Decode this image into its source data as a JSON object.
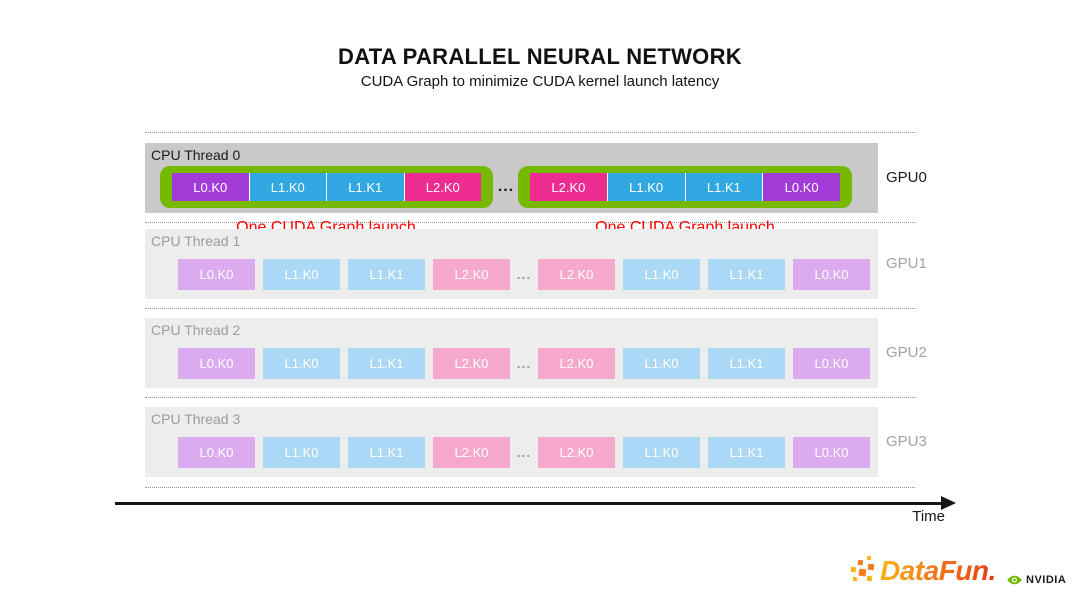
{
  "header": {
    "title": "DATA PARALLEL NEURAL NETWORK",
    "subtitle": "CUDA Graph to minimize CUDA kernel launch latency"
  },
  "colors": {
    "green": "#76B900",
    "purple": "#A33BD9",
    "blue": "#31A8E2",
    "magenta": "#EC2C90",
    "pale_purple": "#DCAAEE",
    "pale_blue": "#ABD8F4",
    "pale_pink": "#F6A9CC",
    "band_dark": "#C9C9C9",
    "band_light": "#EDEDED",
    "launch_red": "#FF0000",
    "axis_black": "#161616",
    "datafun_yellow": "#FDB515",
    "datafun_orange": "#F47B20",
    "datafun_red": "#E8380D"
  },
  "annotations": {
    "launch_label_1": "One CUDA Graph launch",
    "launch_label_2": "One CUDA Graph launch"
  },
  "rows": [
    {
      "thread": "CPU Thread 0",
      "gpu": "GPU0",
      "ellipsis": "...",
      "blocks": [
        {
          "label": "L0.K0",
          "color": "purple"
        },
        {
          "label": "L1.K0",
          "color": "blue"
        },
        {
          "label": "L1.K1",
          "color": "blue"
        },
        {
          "label": "L2.K0",
          "color": "magenta"
        },
        {
          "label": "L2.K0",
          "color": "magenta"
        },
        {
          "label": "L1.K0",
          "color": "blue"
        },
        {
          "label": "L1.K1",
          "color": "blue"
        },
        {
          "label": "L0.K0",
          "color": "purple"
        }
      ]
    },
    {
      "thread": "CPU Thread 1",
      "gpu": "GPU1",
      "ellipsis": "...",
      "blocks": [
        {
          "label": "L0.K0",
          "color": "pale_purple"
        },
        {
          "label": "L1.K0",
          "color": "pale_blue"
        },
        {
          "label": "L1.K1",
          "color": "pale_blue"
        },
        {
          "label": "L2.K0",
          "color": "pale_pink"
        },
        {
          "label": "L2.K0",
          "color": "pale_pink"
        },
        {
          "label": "L1.K0",
          "color": "pale_blue"
        },
        {
          "label": "L1.K1",
          "color": "pale_blue"
        },
        {
          "label": "L0.K0",
          "color": "pale_purple"
        }
      ]
    },
    {
      "thread": "CPU Thread 2",
      "gpu": "GPU2",
      "ellipsis": "...",
      "blocks": [
        {
          "label": "L0.K0",
          "color": "pale_purple"
        },
        {
          "label": "L1.K0",
          "color": "pale_blue"
        },
        {
          "label": "L1.K1",
          "color": "pale_blue"
        },
        {
          "label": "L2.K0",
          "color": "pale_pink"
        },
        {
          "label": "L2.K0",
          "color": "pale_pink"
        },
        {
          "label": "L1.K0",
          "color": "pale_blue"
        },
        {
          "label": "L1.K1",
          "color": "pale_blue"
        },
        {
          "label": "L0.K0",
          "color": "pale_purple"
        }
      ]
    },
    {
      "thread": "CPU Thread 3",
      "gpu": "GPU3",
      "ellipsis": "...",
      "blocks": [
        {
          "label": "L0.K0",
          "color": "pale_purple"
        },
        {
          "label": "L1.K0",
          "color": "pale_blue"
        },
        {
          "label": "L1.K1",
          "color": "pale_blue"
        },
        {
          "label": "L2.K0",
          "color": "pale_pink"
        },
        {
          "label": "L2.K0",
          "color": "pale_pink"
        },
        {
          "label": "L1.K0",
          "color": "pale_blue"
        },
        {
          "label": "L1.K1",
          "color": "pale_blue"
        },
        {
          "label": "L0.K0",
          "color": "pale_purple"
        }
      ]
    }
  ],
  "time_axis": {
    "label": "Time"
  },
  "footer": {
    "datafun_wordmark": "DataFun.",
    "nvidia_wordmark": "NVIDIA"
  }
}
